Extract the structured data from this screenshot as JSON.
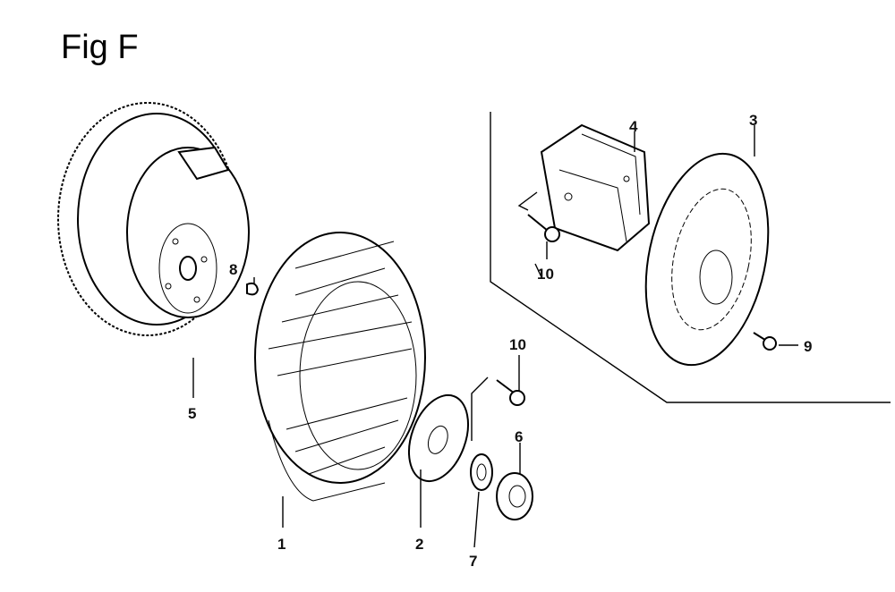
{
  "figure": {
    "title": "Fig F",
    "callouts": [
      {
        "id": "callout-1",
        "text": "1"
      },
      {
        "id": "callout-2",
        "text": "2"
      },
      {
        "id": "callout-3",
        "text": "3"
      },
      {
        "id": "callout-4",
        "text": "4"
      },
      {
        "id": "callout-5",
        "text": "5"
      },
      {
        "id": "callout-6",
        "text": "6"
      },
      {
        "id": "callout-7",
        "text": "7"
      },
      {
        "id": "callout-8",
        "text": "8"
      },
      {
        "id": "callout-9",
        "text": "9"
      },
      {
        "id": "callout-10a",
        "text": "10"
      },
      {
        "id": "callout-10b",
        "text": "10"
      }
    ]
  }
}
